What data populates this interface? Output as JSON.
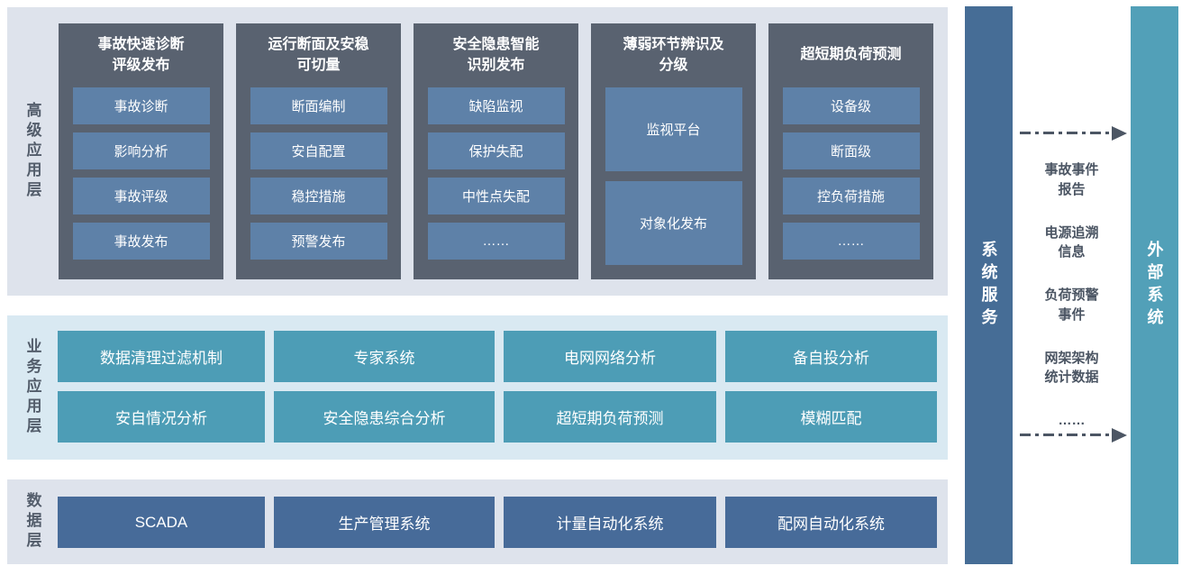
{
  "layers": {
    "advanced": {
      "label": "高级应用层",
      "columns": [
        {
          "title": "事故快速诊断\n评级发布",
          "items": [
            "事故诊断",
            "影响分析",
            "事故评级",
            "事故发布"
          ]
        },
        {
          "title": "运行断面及安稳\n可切量",
          "items": [
            "断面编制",
            "安自配置",
            "稳控措施",
            "预警发布"
          ]
        },
        {
          "title": "安全隐患智能\n识别发布",
          "items": [
            "缺陷监视",
            "保护失配",
            "中性点失配",
            "……"
          ]
        },
        {
          "title": "薄弱环节辨识及\n分级",
          "items": [
            "监视平台",
            "对象化发布"
          ]
        },
        {
          "title": "超短期负荷预测",
          "items": [
            "设备级",
            "断面级",
            "控负荷措施",
            "……"
          ]
        }
      ]
    },
    "business": {
      "label": "业务应用层",
      "boxes": [
        "数据清理过滤机制",
        "专家系统",
        "电网网络分析",
        "备自投分析",
        "安自情况分析",
        "安全隐患综合分析",
        "超短期负荷预测",
        "模糊匹配"
      ]
    },
    "data": {
      "label": "数据层",
      "boxes": [
        "SCADA",
        "生产管理系统",
        "计量自动化系统",
        "配网自动化系统"
      ]
    }
  },
  "right": {
    "system_service_label": "系统服务",
    "external_system_label": "外部系统",
    "exchange_items": [
      "事故事件\n报告",
      "电源追溯\n信息",
      "负荷预警\n事件",
      "网架架构\n统计数据",
      "……"
    ]
  },
  "colors": {
    "panel_advanced_bg": "#dee3ec",
    "panel_business_bg": "#d9e9f2",
    "panel_data_bg": "#dee3ec",
    "column_bg": "#596270",
    "module_item_bg": "#5e81a8",
    "business_box_bg": "#4d9db6",
    "data_box_bg": "#476b99",
    "system_service_bar_bg": "#466d96",
    "external_system_bar_bg": "#52a0b8",
    "layer_label_text": "#535d6b",
    "arrow": "#4c5664"
  }
}
